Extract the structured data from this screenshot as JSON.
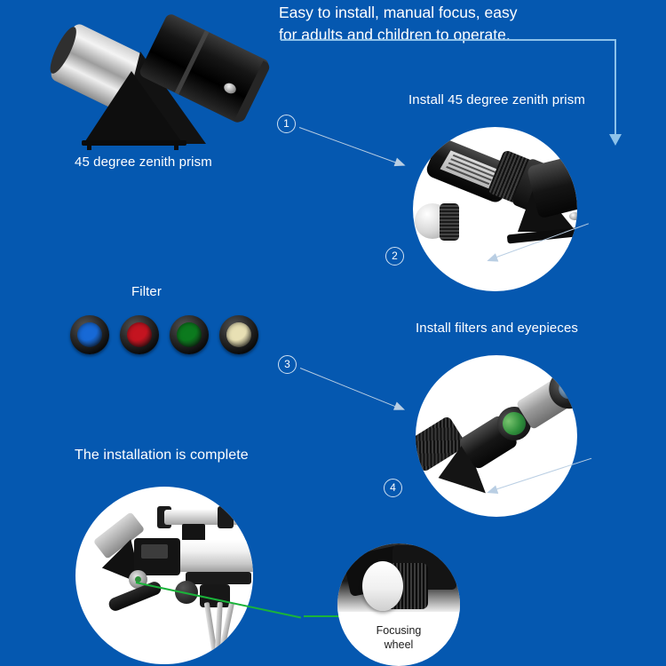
{
  "background_color": "#0558b0",
  "headline": {
    "line1": "Easy to install, manual focus, easy",
    "line2": "for adults and children to operate."
  },
  "steps": [
    {
      "number": "1",
      "marker": "①"
    },
    {
      "number": "2",
      "marker": "②"
    },
    {
      "number": "3",
      "marker": "③"
    },
    {
      "number": "4",
      "marker": "④"
    }
  ],
  "labels": {
    "zenith_prism": "45 degree zenith prism",
    "install_zenith_prism": "Install 45 degree zenith prism",
    "filter": "Filter",
    "install_filters_eyepieces": "Install filters and eyepieces",
    "installation_complete": "The installation is complete",
    "focusing_wheel_line1": "Focusing",
    "focusing_wheel_line2": "wheel"
  },
  "filters": [
    {
      "name": "blue-filter",
      "color": "#1769d6"
    },
    {
      "name": "red-filter",
      "color": "#c41420"
    },
    {
      "name": "green-filter",
      "color": "#0c7a1e"
    },
    {
      "name": "yellow-filter",
      "color": "#e8e0b4"
    }
  ],
  "connectors": {
    "elbow_color": "#8dc2ea",
    "arrow_color": "#b9cee3",
    "green_line_color": "#1ab33a"
  }
}
